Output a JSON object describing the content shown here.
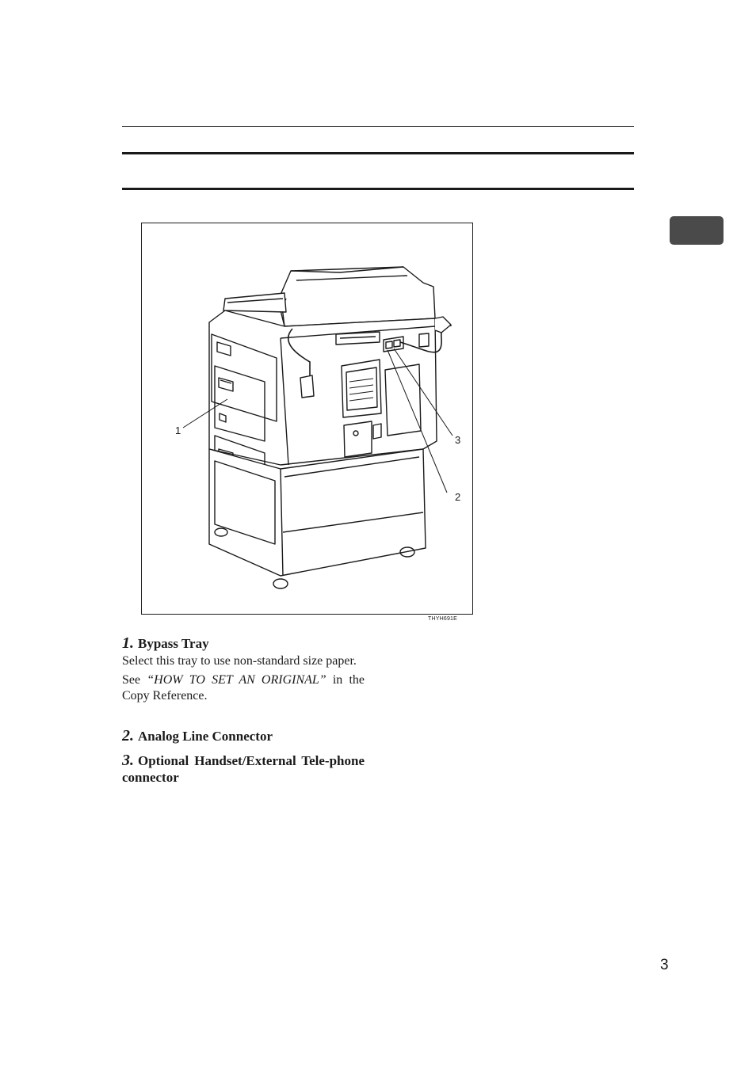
{
  "figure": {
    "code": "THYH691E",
    "callouts": {
      "c1": "1",
      "c2": "2",
      "c3": "3"
    }
  },
  "items": [
    {
      "number": "1.",
      "title": "Bypass Tray",
      "text": "Select this tray to use non-standard size paper.",
      "see_prefix": "See",
      "see_ref": "“HOW TO SET AN ORIGINAL”",
      "see_suffix": "in the Copy Reference."
    },
    {
      "number": "2.",
      "title": "Analog Line Connector"
    },
    {
      "number": "3.",
      "title": "Optional Handset/External Tele-phone connector"
    }
  ],
  "page_number": "3",
  "colors": {
    "ink": "#1a1a1a",
    "tab": "#4a4a4a"
  }
}
